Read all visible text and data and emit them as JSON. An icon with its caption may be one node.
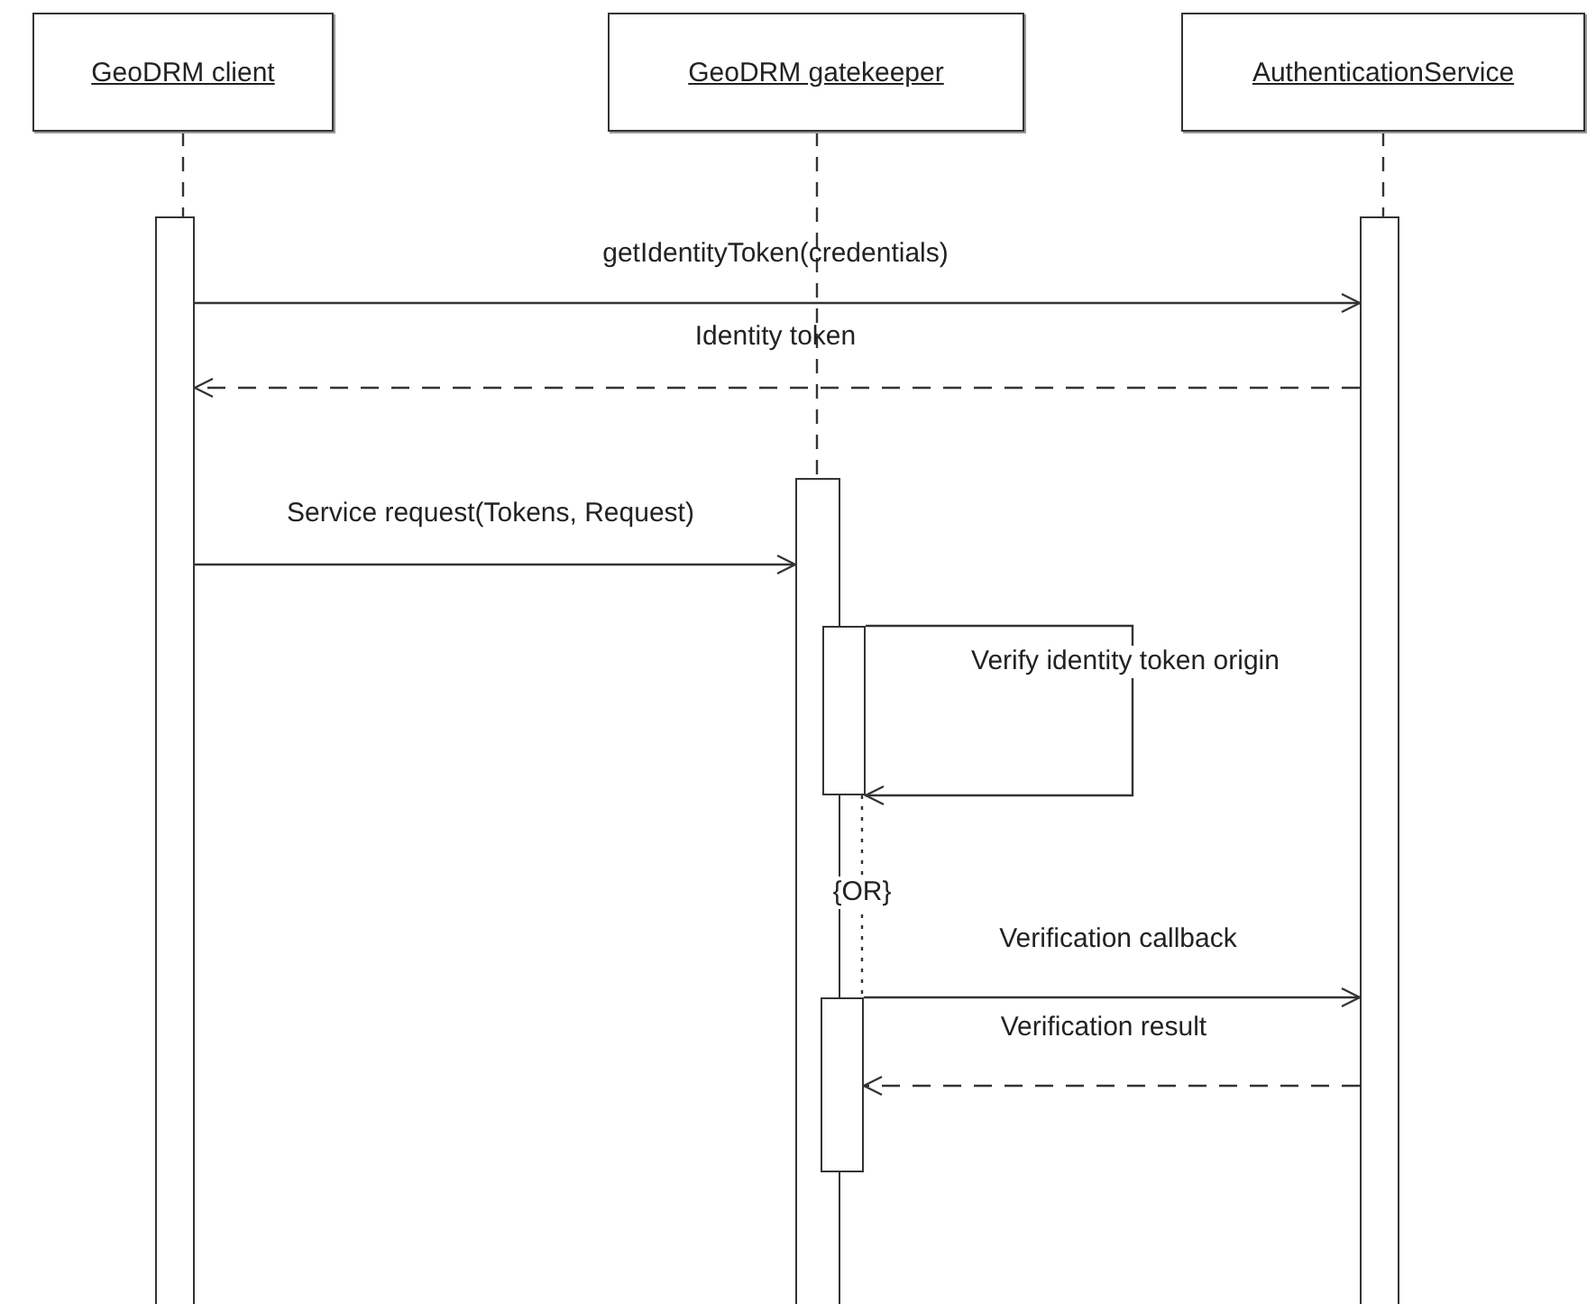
{
  "diagram": {
    "nodes": [
      {
        "text": [
          "GeoDRM client"
        ]
      },
      {
        "text": [
          "GeoDRM gatekeeper"
        ]
      },
      {
        "text": [
          "AuthenticationService"
        ]
      },
      {
        "text": [],
        "shape": "bar"
      },
      {
        "text": [],
        "shape": "bar"
      },
      {
        "text": [],
        "shape": "bar"
      },
      {
        "text": [],
        "shape": "bar"
      },
      {
        "text": [],
        "shape": "bar"
      }
    ],
    "edges": [
      {
        "from": 0,
        "to": 3,
        "arrow": "none",
        "style": "dashed"
      },
      {
        "from": 1,
        "to": 4,
        "arrow": "none",
        "style": "dashed"
      },
      {
        "from": 2,
        "to": 7,
        "arrow": "none",
        "style": "dashed"
      },
      {
        "from": 3,
        "to": 7,
        "arrow": "to",
        "label": "getIdentityToken(credentials)"
      },
      {
        "from": 7,
        "to": 3,
        "arrow": "to",
        "style": "dashed",
        "label": "Identity token"
      },
      {
        "from": 3,
        "to": 4,
        "arrow": "to",
        "label": "Service request(Tokens, Request)"
      },
      {
        "from": 5,
        "to": 5,
        "arrow": "to",
        "label": "Verify identity token origin"
      },
      {
        "from": 5,
        "to": 6,
        "arrow": "none",
        "style": "dashed",
        "label": "{OR}"
      },
      {
        "from": 6,
        "to": 7,
        "arrow": "to",
        "label": "Verification callback"
      },
      {
        "from": 7,
        "to": 6,
        "arrow": "to",
        "style": "dashed",
        "label": "Verification result"
      }
    ]
  }
}
